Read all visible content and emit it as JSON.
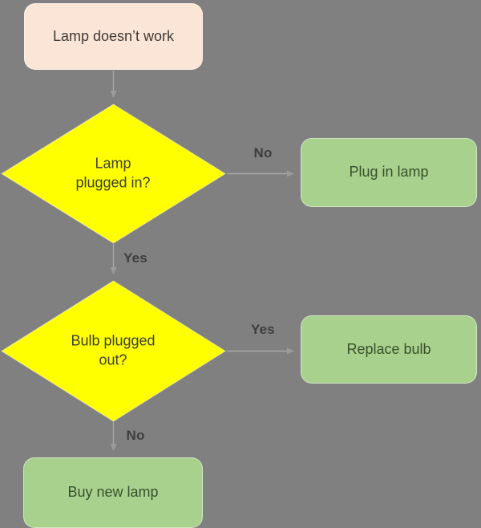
{
  "title": "Lamp troubleshooting flowchart",
  "colors": {
    "background": "#808080",
    "start_fill": "#fbe5d6",
    "start_text": "#3f3a37",
    "decision_fill": "#ffff00",
    "decision_text": "#3e3e3c",
    "action_fill": "#a9d18e",
    "action_text": "#36512c",
    "edge_label": "#3d3d3d",
    "connector": "#a8a8a8",
    "arrowhead": "#9b9b9b"
  },
  "nodes": {
    "start": {
      "type": "start",
      "label": "Lamp doesn’t work"
    },
    "decision_lamp_plugged": {
      "type": "decision",
      "label": "Lamp\nplugged in?"
    },
    "action_plug_in_lamp": {
      "type": "action",
      "label": "Plug in lamp"
    },
    "decision_bulb_plugged": {
      "type": "decision",
      "label": "Bulb plugged\nout?"
    },
    "action_replace_bulb": {
      "type": "action",
      "label": "Replace bulb"
    },
    "action_buy_new_lamp": {
      "type": "action",
      "label": "Buy new lamp"
    }
  },
  "edges": {
    "start_to_decision1": {
      "from": "start",
      "to": "decision_lamp_plugged",
      "label": ""
    },
    "decision1_no": {
      "from": "decision_lamp_plugged",
      "to": "action_plug_in_lamp",
      "label": "No"
    },
    "decision1_yes": {
      "from": "decision_lamp_plugged",
      "to": "decision_bulb_plugged",
      "label": "Yes"
    },
    "decision2_yes": {
      "from": "decision_bulb_plugged",
      "to": "action_replace_bulb",
      "label": "Yes"
    },
    "decision2_no": {
      "from": "decision_bulb_plugged",
      "to": "action_buy_new_lamp",
      "label": "No"
    }
  }
}
